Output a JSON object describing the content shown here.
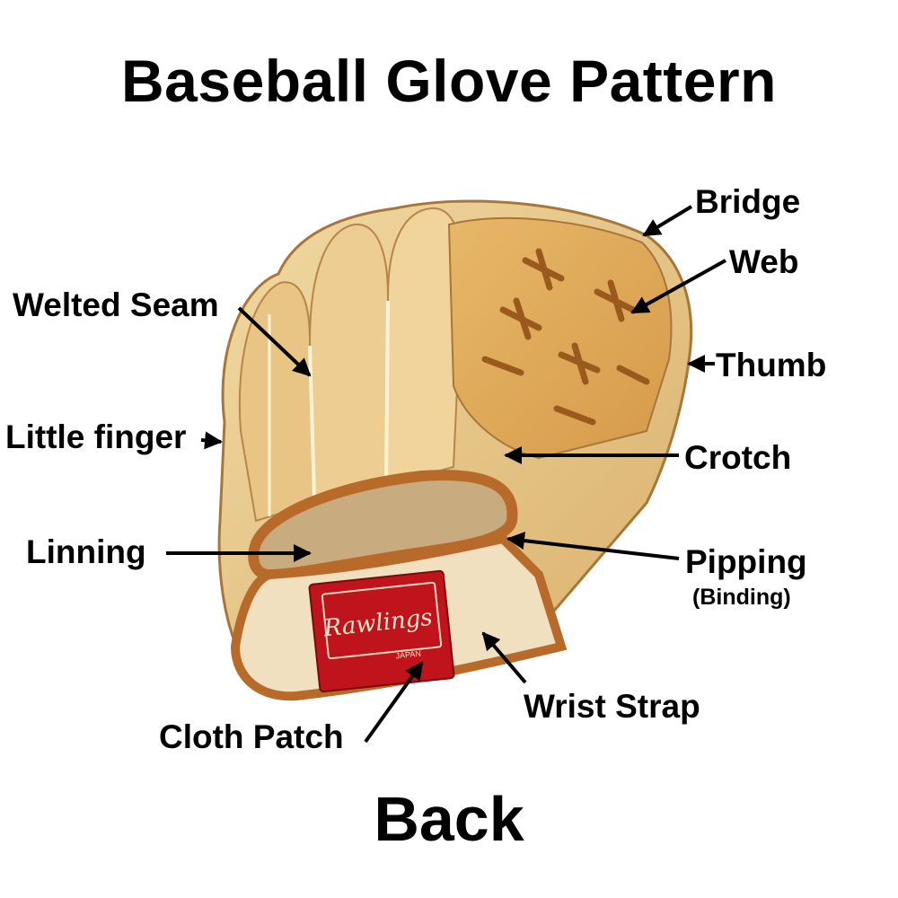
{
  "title": "Baseball Glove Pattern",
  "footer": "Back",
  "labels": {
    "bridge": "Bridge",
    "web": "Web",
    "thumb": "Thumb",
    "welted_seam": "Welted Seam",
    "little_finger": "Little finger",
    "crotch": "Crotch",
    "linning": "Linning",
    "pipping": "Pipping",
    "binding": "(Binding)",
    "wrist_strap": "Wrist Strap",
    "cloth_patch": "Cloth Patch"
  },
  "patch": {
    "brand": "Rawlings",
    "origin": "JAPAN"
  },
  "colors": {
    "leather": "#e8c888",
    "leather_dark": "#c89a55",
    "binding": "#b86a2a",
    "lining": "#c8ab7e",
    "patch_red": "#c0141c",
    "arrow": "#000000"
  }
}
